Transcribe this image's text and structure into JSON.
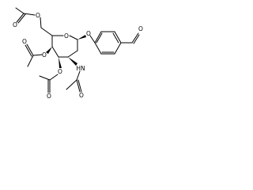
{
  "molecule": {
    "atom_labels": {
      "o_ring": "O",
      "o_glycosidic": "O",
      "o_c6": "O",
      "o_c6_carbonyl": "O",
      "o_c4": "O",
      "o_c4_carbonyl": "O",
      "o_c3": "O",
      "o_c3_carbonyl": "O",
      "n_c2": "HN",
      "o_acetamido_carbonyl": "O",
      "o_aldehyde": "O"
    }
  }
}
